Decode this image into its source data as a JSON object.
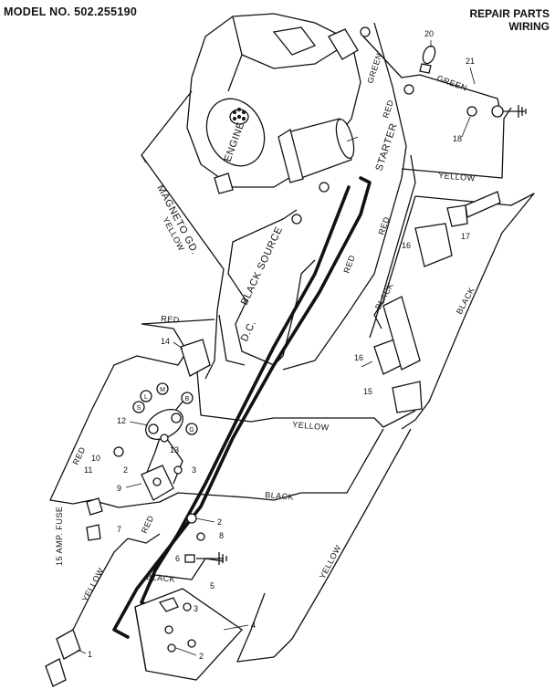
{
  "header": {
    "model": "MODEL NO. 502.255190",
    "title_line1": "REPAIR PARTS",
    "title_line2": "WIRING"
  },
  "components": {
    "engine": "ENGINE",
    "starter": "STARTER",
    "magneto_gd": "MAGNETO GD.",
    "black_source": "BLACK SOURCE",
    "dc": "D.C.",
    "fuse": "15 AMP. FUSE"
  },
  "wire_labels": {
    "green_a": "GREEN",
    "green_b": "GREEN",
    "red_starter": "RED",
    "red_main": "RED",
    "red_right": "RED",
    "red_mid": "RED",
    "red_left": "RED",
    "red_bottom": "RED",
    "yellow_right": "YELLOW",
    "yellow_top": "YELLOW",
    "yellow_middle": "YELLOW",
    "yellow_bottom": "YELLOW",
    "yellow_left": "YELLOW",
    "black_right": "BLACK",
    "black_mid": "BLACK",
    "black_lower": "BLACK",
    "black_battery": "BLACK"
  },
  "ignition_terminals": [
    "S",
    "M",
    "L",
    "B",
    "G"
  ],
  "part_numbers": {
    "p1": "1",
    "p2a": "2",
    "p2b": "2",
    "p2c": "2",
    "p3a": "3",
    "p3b": "3",
    "p4": "4",
    "p5": "5",
    "p6": "6",
    "p7": "7",
    "p8": "8",
    "p9": "9",
    "p10": "10",
    "p11": "11",
    "p12": "12",
    "p13": "13",
    "p14": "14",
    "p15": "15",
    "p16a": "16",
    "p16b": "16",
    "p17": "17",
    "p18": "18",
    "p20": "20",
    "p21": "21"
  }
}
